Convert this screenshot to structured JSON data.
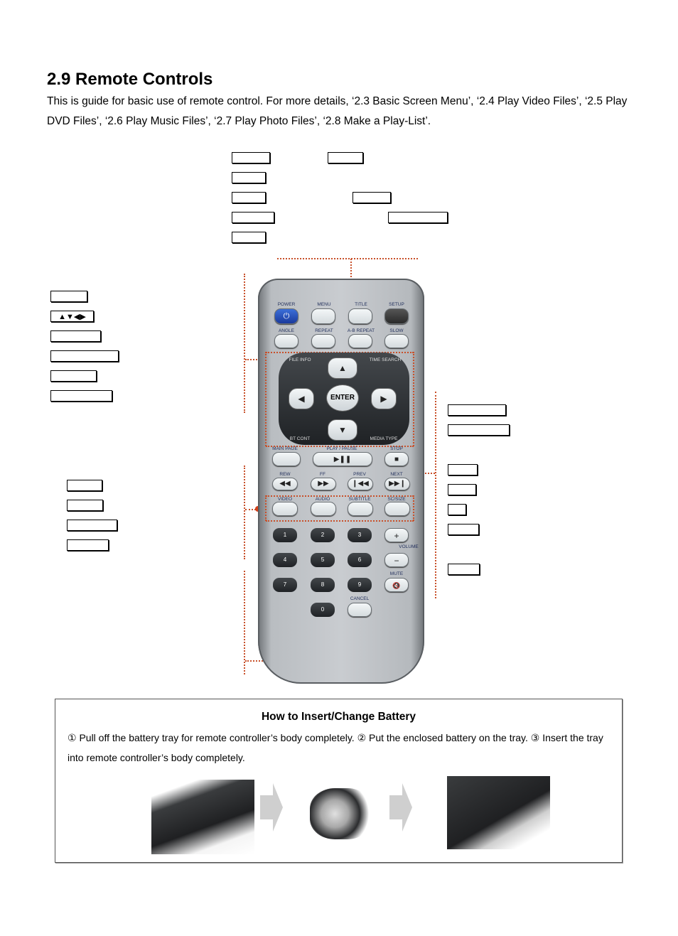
{
  "heading": "2.9 Remote Controls",
  "intro": "This is guide for basic use of remote control. For more details, ‘2.3 Basic Screen Menu’, ‘2.4 Play Video Files’, ‘2.5 Play DVD Files’, ‘2.6 Play Music Files’, ‘2.7 Play Photo Files’, ‘2.8 Make a Play-List’.",
  "left_labels": [
    "▲▼◀▶"
  ],
  "remote": {
    "row1": [
      "POWER",
      "MENU",
      "TITLE",
      "SETUP"
    ],
    "row2": [
      "ANGLE",
      "REPEAT",
      "A-B REPEAT",
      "SLOW"
    ],
    "nav_captions": [
      "FILE INFO",
      "TIME SEARCH",
      "BT CONT",
      "MEDIA TYPE"
    ],
    "enter": "ENTER",
    "row3": [
      "MAIN PAGE",
      "PLAY / PAUSE",
      "STOP"
    ],
    "row4": [
      "REW",
      "FF",
      "PREV",
      "NEXT"
    ],
    "row5": [
      "VIDEO",
      "AUDIO",
      "SUBTITLE",
      "SC/SIZE"
    ],
    "numbers": [
      "1",
      "2",
      "3",
      "4",
      "5",
      "6",
      "7",
      "8",
      "9",
      "0"
    ],
    "plus": "+",
    "minus": "−",
    "volume": "VOLUME",
    "mute": "MUTE",
    "cancel": "CANCEL"
  },
  "battery": {
    "title": "How to Insert/Change Battery",
    "text": "① Pull off the battery tray for remote controller’s body completely. ② Put the enclosed battery on the tray. ③ Insert the tray into remote controller’s body completely."
  }
}
